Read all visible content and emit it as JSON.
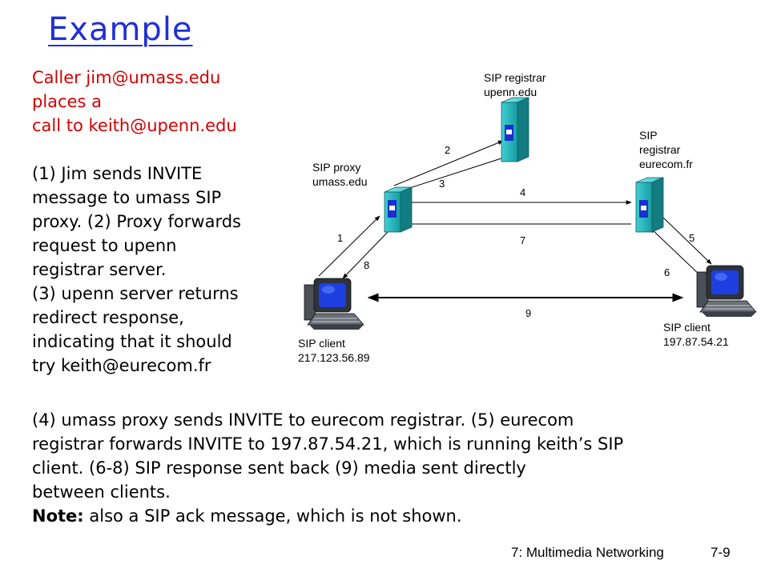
{
  "title": "Example",
  "caller_text": [
    "Caller jim@umass.edu",
    "places a",
    "call to keith@upenn.edu"
  ],
  "steps_block1": [
    "(1) Jim sends INVITE",
    "message to umass SIP",
    "proxy. (2) Proxy forwards",
    "request to upenn",
    "registrar server.",
    "(3) upenn server returns",
    "redirect response,",
    "indicating that it should",
    "try keith@eurecom.fr"
  ],
  "steps_block2": [
    "(4) umass proxy sends INVITE to eurecom registrar. (5) eurecom",
    "registrar forwards INVITE to 197.87.54.21, which is running keith’s SIP",
    "client. (6-8) SIP response sent back (9) media sent directly",
    "between clients."
  ],
  "note": {
    "label": "Note:",
    "text": " also a SIP ack message, which is not shown."
  },
  "footer": {
    "chapter": "7: Multimedia Networking",
    "page": "7-9"
  },
  "diagram": {
    "registrar_upenn": [
      "SIP registrar",
      "upenn.edu"
    ],
    "registrar_eurecom": [
      "SIP",
      "registrar",
      "eurecom.fr"
    ],
    "proxy_umass": [
      "SIP proxy",
      "umass.edu"
    ],
    "client_left": [
      "SIP client",
      "217.123.56.89"
    ],
    "client_right": [
      "SIP client",
      "197.87.54.21"
    ],
    "arrow_labels": [
      "1",
      "2",
      "3",
      "4",
      "5",
      "6",
      "7",
      "8",
      "9"
    ]
  },
  "colors": {
    "title": "#1f2fd6",
    "caller": "#d40000",
    "server_teal": "#27b3b8",
    "server_blue": "#1a2fd0"
  }
}
